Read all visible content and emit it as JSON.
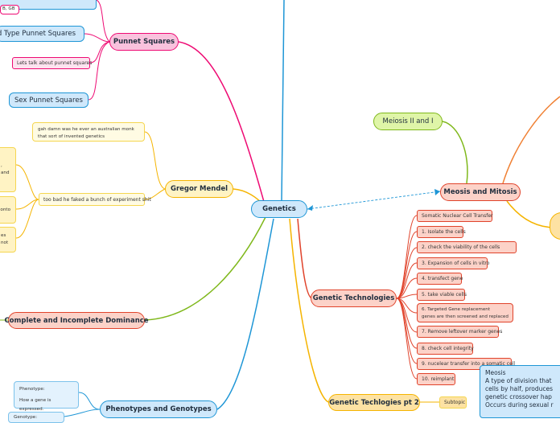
{
  "colors": {
    "pink": "#ee0a73",
    "green": "#7fb81b",
    "blue": "#1e96d6",
    "yellow": "#f5b400",
    "red": "#e0432b",
    "orange": "#f08033"
  },
  "central": {
    "label": "Genetics"
  },
  "left": {
    "punnet": {
      "label": "Punnet Squares",
      "children": [
        "lood Type Punnet Squares",
        "Lets talk about punnet squares",
        "Sex Punnet Squares"
      ],
      "partial_top_text": "B, GB"
    },
    "mendel": {
      "label": "Gregor Mendel",
      "note1": "gah damn was he ever an australian monk that sort of invented genetics",
      "note2": "too bad he faked a bunch of experiment shit",
      "partial_texts": [
        ", and",
        "onto",
        "es not"
      ]
    },
    "dominance": {
      "label": "Complete and Incomplete Dominance"
    },
    "phenotypes": {
      "label": "Phenotypes and Genotypes",
      "phenotype_title": "Phenotype:",
      "phenotype_def": "How a gene is expressed.",
      "genotype_partial": "Genotype:"
    }
  },
  "right": {
    "meiosis2": {
      "label": "Meiosis II and I"
    },
    "mitosis": {
      "label": "Meosis and Mitosis"
    },
    "tech": {
      "label": "Genetic Technologies",
      "steps": [
        "Somatic Nuclear Cell Transfer",
        "1. Isolate the cells",
        "2. check the viability of the cells",
        "3. Expansion of cells in vitro",
        "4. transfect gene",
        "5. take viable cells",
        "6. Targeted Gene replacement\ngenes are then screened and replaced",
        "7. Remove leftover marker genes",
        "8. check cell integrity",
        "9. nucelear transfer into a somatic cell",
        "10. reimplant"
      ]
    },
    "tech2": {
      "label": "Genetic Techlogies pt 2",
      "subtopic": "Subtopic"
    },
    "meiosis_note": {
      "title": "Meosis",
      "lines": [
        "A type of division that",
        "cells by half, produces",
        "genetic crossover hap",
        "Occurs during sexual r"
      ]
    }
  }
}
